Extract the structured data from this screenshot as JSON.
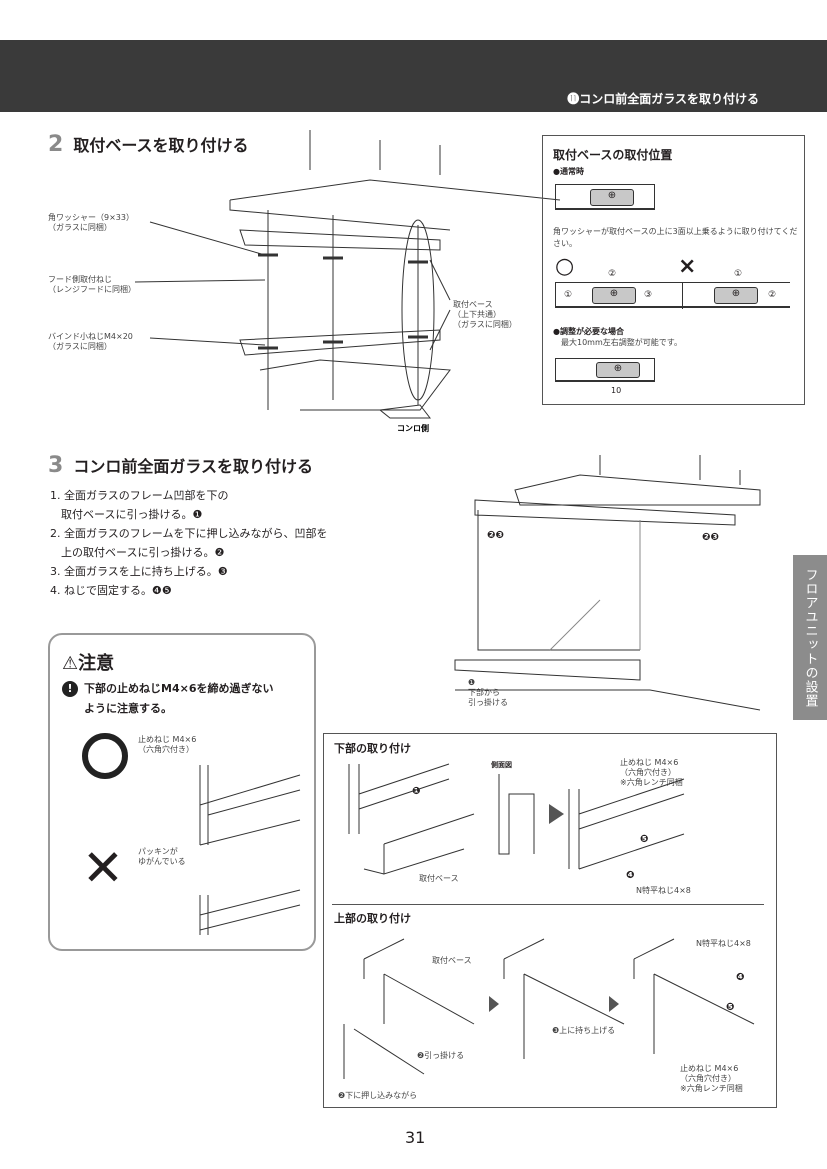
{
  "header": {
    "section_title": "⓫コンロ前全面ガラスを取り付ける"
  },
  "step2": {
    "number": "2",
    "title": "取付ベースを取り付ける",
    "labels": {
      "washer": "角ワッシャー（9×33）\n（ガラスに同梱）",
      "hood_screw": "フード側取付ねじ\n（レンジフードに同梱）",
      "bind_screw": "バインド小ねじM4×20\n（ガラスに同梱）",
      "base": "取付ベース\n（上下共通）\n（ガラスに同梱）",
      "stove_side": "コンロ側"
    }
  },
  "position_box": {
    "title": "取付ベースの取付位置",
    "normal": "●通常時",
    "instruction": "角ワッシャーが取付ベースの上に3面以上乗るように取り付けてください。",
    "ok_mark": "○",
    "ng_mark": "×",
    "ok_labels": [
      "①",
      "②",
      "③"
    ],
    "ng_labels": [
      "①",
      "②"
    ],
    "adjust_title": "●調整が必要な場合",
    "adjust_text": "最大10mm左右調整が可能です。",
    "dimension": "10"
  },
  "step3": {
    "number": "3",
    "title": "コンロ前全面ガラスを取り付ける",
    "steps": [
      "1. 全面ガラスのフレーム凹部を下の\n　取付ベースに引っ掛ける。❶",
      "2. 全面ガラスのフレームを下に押し込みながら、凹部を\n　上の取付ベースに引っ掛ける。❷",
      "3. 全面ガラスを上に持ち上げる。❸",
      "4. ねじで固定する。❹❺"
    ],
    "diagram_labels": {
      "left": "❷❸",
      "right": "❷❸",
      "bottom": "❶\n下部から\n引っ掛ける"
    }
  },
  "caution": {
    "title": "⚠注意",
    "message": "下部の止めねじM4×6を締め過ぎないように注意する。",
    "ok_label": "止めねじ M4×6\n（六角穴付き）",
    "ng_label": "パッキンが\nゆがんでいる"
  },
  "detail_box": {
    "lower_title": "下部の取り付け",
    "side_view": "側面図",
    "lower_labels": {
      "base": "取付ベース",
      "set_screw": "止めねじ M4×6\n（六角穴付き）\n※六角レンチ同梱",
      "flat_screw": "N特平ねじ4×8",
      "n1": "❶",
      "n4": "❹",
      "n5": "❺"
    },
    "upper_title": "上部の取り付け",
    "upper_labels": {
      "base": "取付ベース",
      "hook": "❷引っ掛ける",
      "push": "❷下に押し込みながら",
      "lift": "❸上に持ち上げる",
      "flat_screw": "N特平ねじ4×8",
      "set_screw": "止めねじ M4×6\n（六角穴付き）\n※六角レンチ同梱",
      "n4": "❹",
      "n5": "❺"
    }
  },
  "side_tab": "フロアユニットの設置",
  "page_number": "31"
}
